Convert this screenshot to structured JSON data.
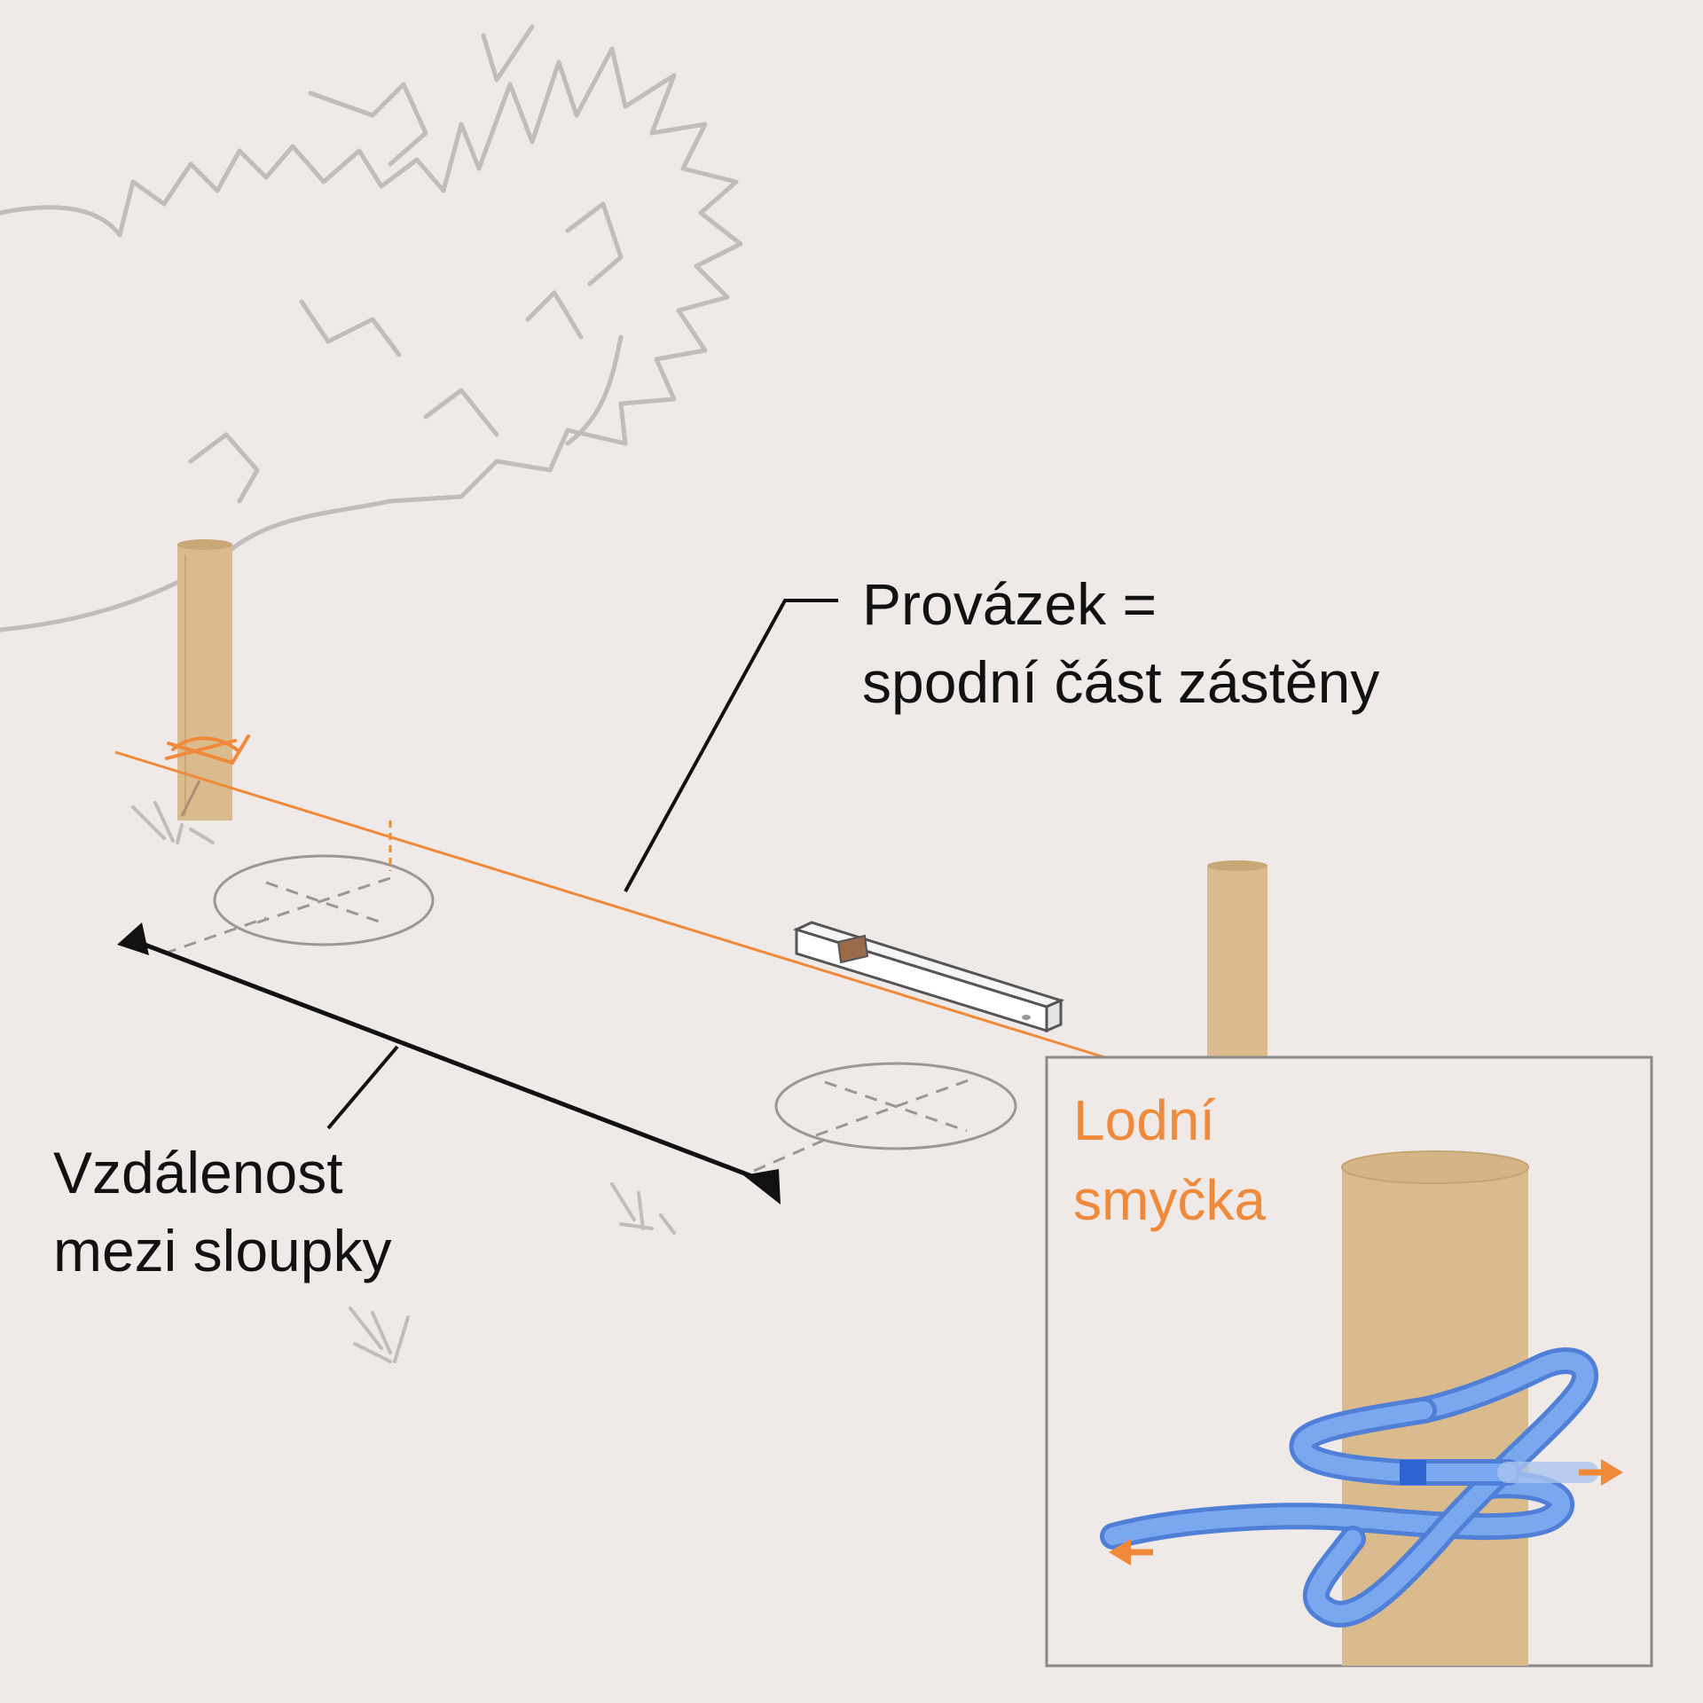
{
  "colors": {
    "background": "#efe9e8",
    "post_fill": "#d9bb8e",
    "string_orange": "#f08a3a",
    "rope_blue": "#6b9ce6",
    "rope_blue_dark": "#2e64d2",
    "sketch_gray": "#c2bcbc",
    "leader_black": "#111111",
    "inset_border": "#8a8a8a"
  },
  "labels": {
    "string_line1": "Provázek =",
    "string_line2": "spodní část zástěny",
    "distance_line1": "Vzdálenost",
    "distance_line2": "mezi sloupky"
  },
  "inset": {
    "title_line1": "Lodní",
    "title_line2": "smyčka"
  },
  "icons": [
    "tree-sketch",
    "wooden-post",
    "spirit-level",
    "arrow-right-icon",
    "arrow-left-icon"
  ]
}
